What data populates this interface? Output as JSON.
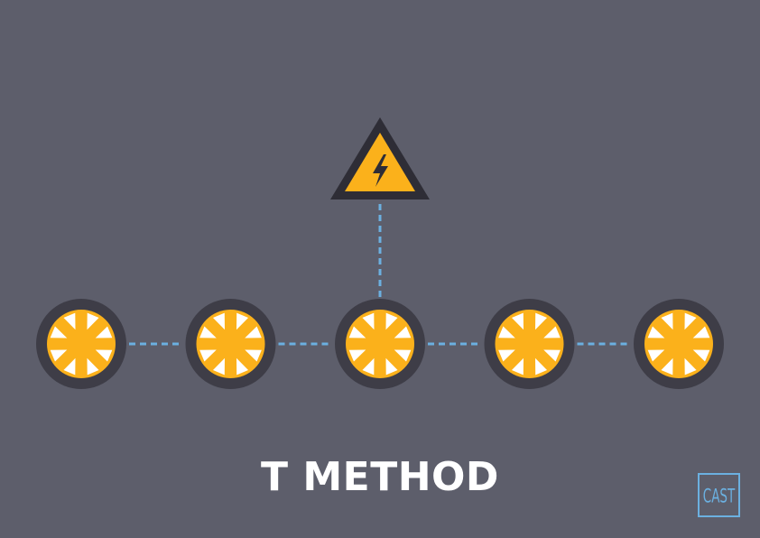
{
  "diagram": {
    "title": "T METHOD",
    "logo_text": "CAST",
    "node_count": 5,
    "center_node_index": 2,
    "source_icon": "lightning-warning-triangle-icon",
    "node_icon": "sunburst-disc-icon",
    "connector_style": "dashed"
  },
  "colors": {
    "background": "#5d5e6b",
    "node_ring": "#3e3d47",
    "node_fill": "#fbb11b",
    "node_marks": "#ffffff",
    "connector": "#6bb0e0",
    "triangle_fill": "#fbb11b",
    "triangle_border": "#2e2d36",
    "title": "#ffffff",
    "logo": "#6bb0e0"
  }
}
